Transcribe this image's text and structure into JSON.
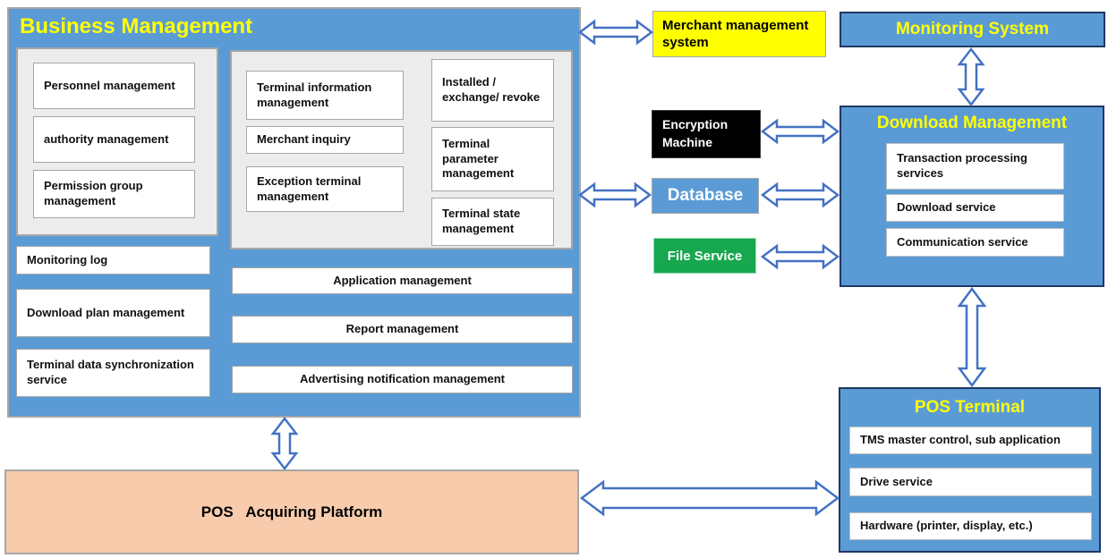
{
  "bm": {
    "title": "Business Management",
    "admin": [
      "Personnel management",
      "authority management",
      "Permission group management"
    ],
    "terminal_col1": [
      "Terminal information management",
      "Merchant inquiry",
      "Exception terminal management"
    ],
    "terminal_col2": [
      "Installed / exchange/ revoke",
      "Terminal parameter management",
      "Terminal state management"
    ],
    "services": [
      "Monitoring log",
      "Download plan management",
      "Terminal data synchronization service"
    ],
    "wide": [
      "Application management",
      "Report management",
      "Advertising notification management"
    ]
  },
  "merchant": {
    "label": "Merchant management system"
  },
  "monitoring": {
    "title": "Monitoring System"
  },
  "encryption": {
    "label": "Encryption Machine"
  },
  "database": {
    "label": "Database"
  },
  "file_service": {
    "label": "File Service"
  },
  "download": {
    "title": "Download Management",
    "items": [
      "Transaction processing services",
      "Download service",
      "Communication service"
    ]
  },
  "pos_terminal": {
    "title": "POS Terminal",
    "items": [
      "TMS master control, sub application",
      "Drive service",
      "Hardware (printer, display, etc.)"
    ]
  },
  "pos_acquiring": {
    "label": "POS   Acquiring Platform"
  },
  "colors": {
    "box_blue": "#5b9bd5",
    "arrow_blue": "#4472c4",
    "title_yellow": "#ffff00",
    "merchant_yellow": "#ffff00",
    "file_green": "#17a74f",
    "platform_peach": "#f8cbad",
    "machine_black": "#000000",
    "panel_gray": "#ececec",
    "dark_border": "#203864"
  }
}
